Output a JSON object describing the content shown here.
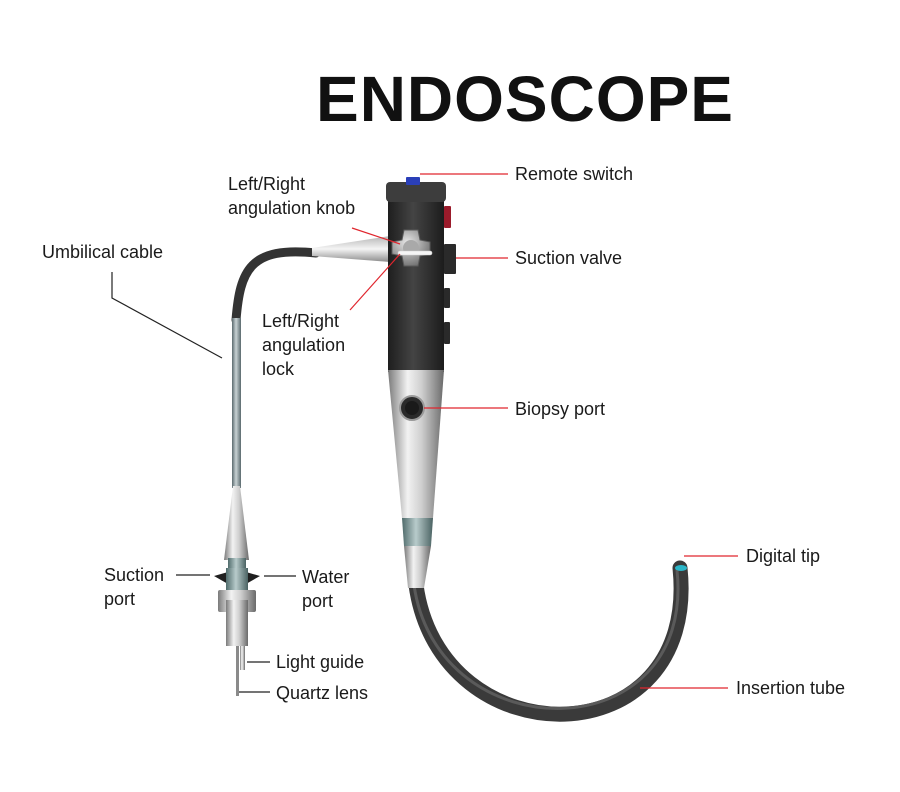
{
  "title": "ENDOSCOPE",
  "colors": {
    "leader_red": "#e0262e",
    "leader_black": "#222222",
    "handle_dark": "#2f2f2f",
    "metal_light": "#dcdcdc",
    "tube": "#3a3a3a",
    "switch_blue": "#2a3fb8",
    "button_red": "#9b1b2b",
    "tip_cyan": "#2bb6c8"
  },
  "labels": {
    "remote_switch": "Remote switch",
    "suction_valve": "Suction valve",
    "biopsy_port": "Biopsy port",
    "digital_tip": "Digital tip",
    "insertion_tube": "Insertion tube",
    "umbilical_cable": "Umbilical cable",
    "light_guide": "Light guide",
    "quartz_lens": "Quartz lens",
    "lr_knob": [
      "Left/Right",
      "angulation knob"
    ],
    "lr_lock": [
      "Left/Right",
      "angulation",
      "lock"
    ],
    "suction_port": [
      "Suction",
      "port"
    ],
    "water_port": [
      "Water",
      "port"
    ]
  }
}
